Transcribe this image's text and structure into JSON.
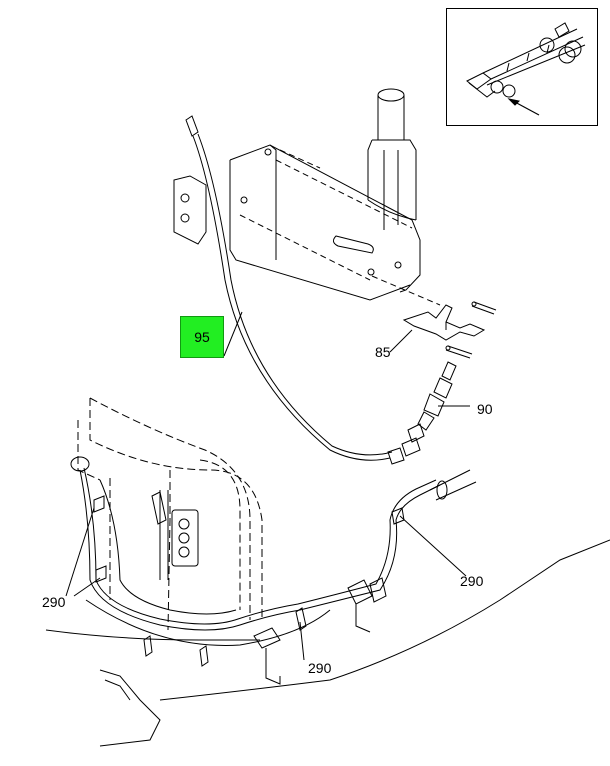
{
  "callouts": {
    "part_95": "95",
    "part_85": "85",
    "part_90": "90",
    "clip_290_left": "290",
    "clip_290_bottom": "290",
    "clip_290_right": "290"
  },
  "highlight_color": "#22ee22"
}
